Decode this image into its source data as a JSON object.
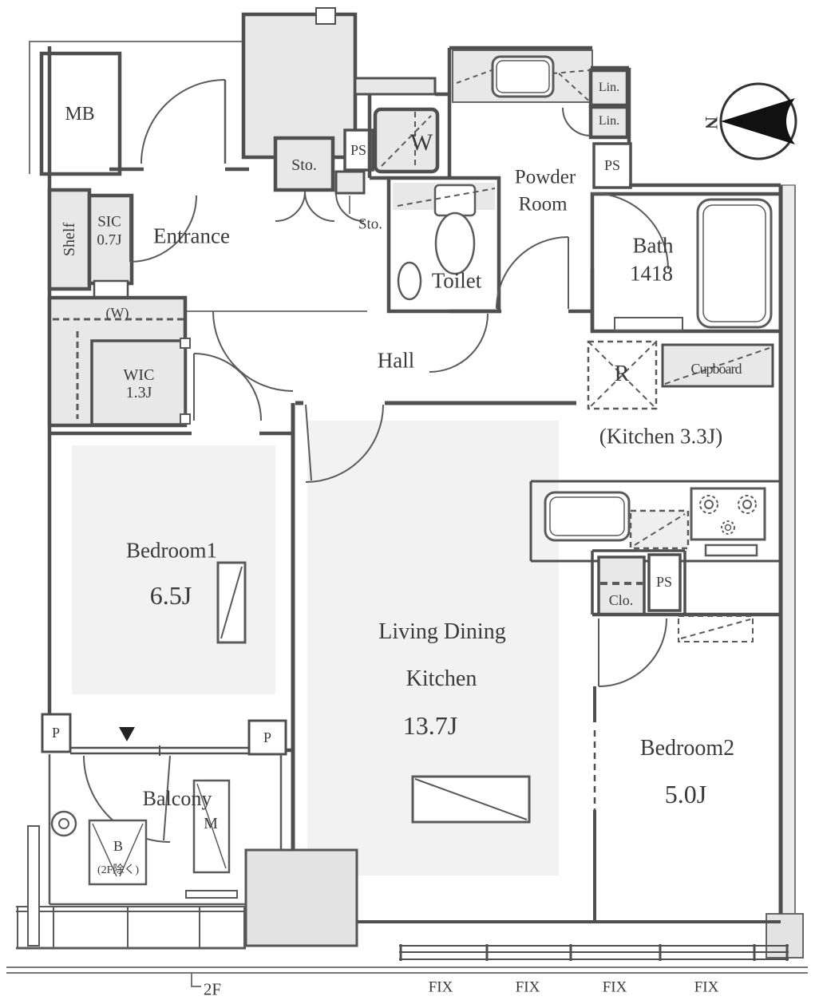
{
  "rooms": {
    "mb": "MB",
    "shelf": "Shelf",
    "sic": "SIC",
    "sic_size": "0.7J",
    "entrance": "Entrance",
    "sto_upper": "Sto.",
    "ps_top": "PS",
    "sto_small": "Sto.",
    "washer": "W",
    "powder_line1": "Powder",
    "powder_line2": "Room",
    "lin1": "Lin.",
    "lin2": "Lin.",
    "ps_right": "PS",
    "bath": "Bath",
    "bath_size": "1418",
    "toilet": "Toilet",
    "hall": "Hall",
    "w_note": "(W)",
    "wic": "WIC",
    "wic_size": "1.3J",
    "kitchen_note": "(Kitchen 3.3J)",
    "cupboard": "Cupboard",
    "fridge": "R",
    "clo": "Clo.",
    "ps_kitchen": "PS",
    "bedroom1": "Bedroom1",
    "bedroom1_size": "6.5J",
    "ldk_line1": "Living Dining",
    "ldk_line2": "Kitchen",
    "ldk_size": "13.7J",
    "bedroom2": "Bedroom2",
    "bedroom2_size": "5.0J",
    "balcony": "Balcony",
    "balcony_b": "B",
    "balcony_b_note": "(2F除く)",
    "balcony_m": "M",
    "pillar_left": "P",
    "pillar_right": "P"
  },
  "compass": {
    "north": "N"
  },
  "footer": {
    "floor": "2F",
    "fix_labels": [
      "FIX",
      "FIX",
      "FIX",
      "FIX"
    ]
  },
  "colors": {
    "wall": "#4f4f4f",
    "area_fill": "#e8e8e8",
    "carpet": "#f2f2f2",
    "text": "#3a3a3a",
    "compass": "#111111"
  }
}
